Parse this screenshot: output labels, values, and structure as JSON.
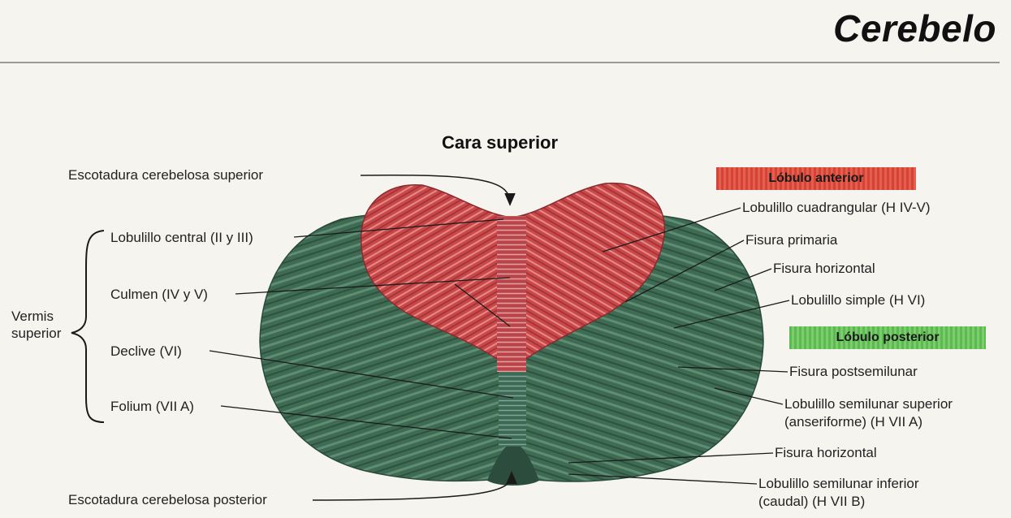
{
  "header": {
    "title": "Cerebelo"
  },
  "view_title": "Cara superior",
  "badges": {
    "anterior": "Lóbulo anterior",
    "posterior": "Lóbulo posterior"
  },
  "group_label": {
    "line1": "Vermis",
    "line2": "superior"
  },
  "labels_left": {
    "escotadura_superior": "Escotadura cerebelosa superior",
    "lobulillo_central": "Lobulillo central (II y III)",
    "culmen": "Culmen (IV y V)",
    "declive": "Declive (VI)",
    "folium": "Folium (VII A)",
    "escotadura_posterior": "Escotadura cerebelosa posterior"
  },
  "labels_right": {
    "cuadrangular": "Lobulillo cuadrangular (H IV-V)",
    "fisura_primaria": "Fisura primaria",
    "fisura_horizontal_1": "Fisura horizontal",
    "lobulillo_simple": "Lobulillo simple (H VI)",
    "fisura_postsemilunar": "Fisura postsemilunar",
    "semilunar_superior_1": "Lobulillo semilunar superior",
    "semilunar_superior_2": "(anseriforme) (H VII A)",
    "fisura_horizontal_2": "Fisura horizontal",
    "semilunar_inferior_1": "Lobulillo semilunar inferior",
    "semilunar_inferior_2": "(caudal) (H VII B)"
  },
  "colors": {
    "anterior_lobe": "#c9484a",
    "posterior_lobe": "#3f6b52",
    "leader": "#1a1a1a"
  }
}
